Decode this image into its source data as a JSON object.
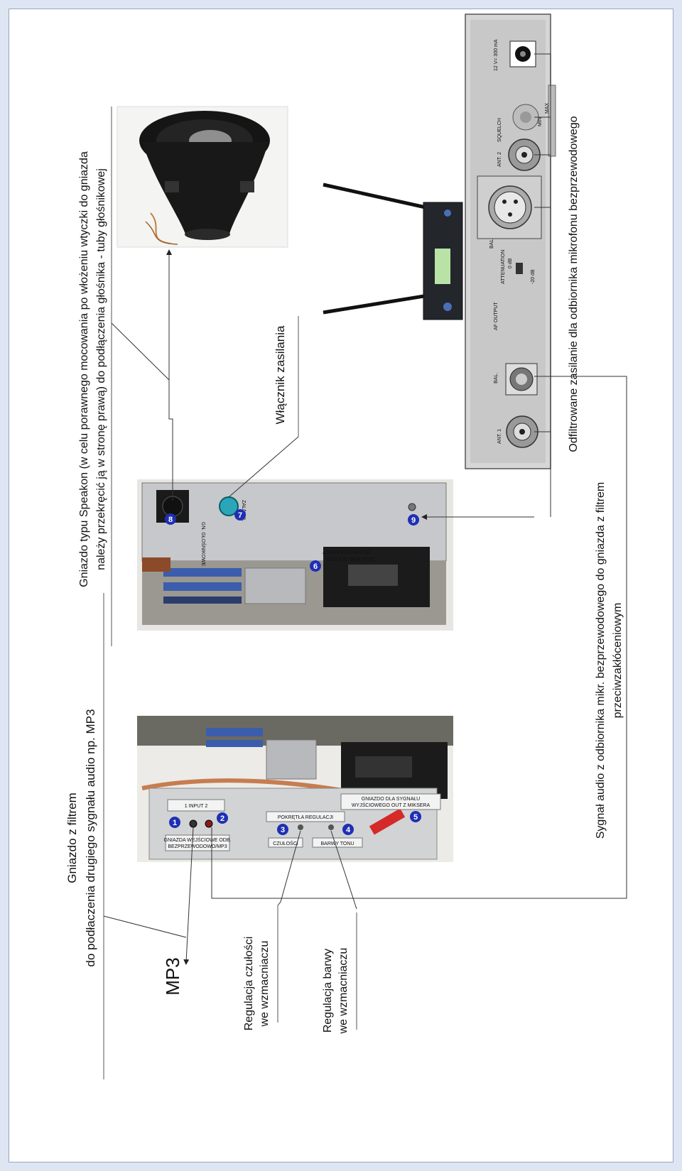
{
  "labels": {
    "gniazdo_filtr": [
      "Gniazdo z filtrem",
      "do podłaczenia drugiego sygnału audio np. MP3"
    ],
    "mp3": "MP3",
    "reg_czulosci": [
      "Regulacja czułości",
      "we wzmacniaczu"
    ],
    "reg_barwy": [
      "Regulacja barwy",
      "we wzmacniaczu"
    ],
    "speakon": [
      "Gniazdo typu Speakon (w celu porawnego mocowania po włożeniu wtyczki do gniazda",
      "należy przekręcić ją w stronę prawą) do podłączenia głośnika - tuby głośnikowej"
    ],
    "wlacznik": "Włącznik zasilania",
    "odfiltrowane": "Odfiltrowane  zasilanie dla odbiornika mikrofonu bezprzewodowego",
    "sygnal_audio": [
      "Sygnał audio z odbiornika mikr. bezprzewodowego do gniazda z filtrem",
      "przeciwzakłóceniowym"
    ]
  },
  "panel_texts": {
    "input": "1  INPUT  2",
    "gniazda_wej": "GNIAZDA WEJŚCIOWE ODB.",
    "bezprzewodowo": "BEZPRZEWODOWO/MP3",
    "pokretla": "POKRĘTŁA REGULACJI",
    "czulosci": "CZUŁOŚCI",
    "barwy": "BARWY TONU",
    "gniazdo_dla": "GNIAZDO DLA SYGNAŁU",
    "wyjsciowego": "WYJŚCIOWEGO OUT Z MIKSERA",
    "zasilanie": "ZASILANIE 12V ODB.",
    "bezprzewodowy": "BEZPRZEWODOWY",
    "zal_wyl": "ZAŁ/WYŁ",
    "gn_glosnikowe": "GN. GŁOŚNIKOWE"
  },
  "receiver_texts": {
    "ant1": "ANT. 1",
    "bal1": "BAL.",
    "af_output": "AF OUTPUT",
    "attenuation": "ATTENUATION",
    "att_0": "0 dB",
    "att_20": "-20 dB",
    "bal2": "BAL.",
    "ant2": "ANT. 2",
    "squelch": "SQUELCH",
    "min": "MIN",
    "max": "MAX",
    "power": "12 V=  300 mA"
  },
  "markers": [
    "1",
    "2",
    "3",
    "4",
    "5",
    "6",
    "7",
    "8",
    "9"
  ],
  "colors": {
    "marker": "#1f2fb4",
    "line": "#333333",
    "frame_bg": "#dde6f2"
  }
}
